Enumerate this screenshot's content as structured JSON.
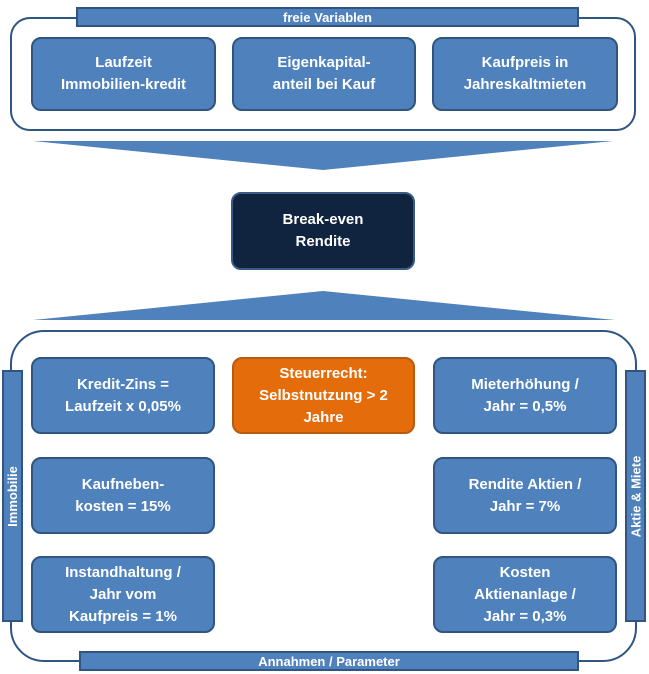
{
  "top_group": {
    "label": "freie Variablen",
    "boxes": [
      "Laufzeit\nImmobilien-kredit",
      "Eigenkapital-\nanteil bei Kauf",
      "Kaufpreis in\nJahreskaltmieten"
    ]
  },
  "center": {
    "label": "Break-even\nRendite"
  },
  "bottom_group": {
    "label": "Annahmen / Parameter",
    "left_label": "Immobilie",
    "right_label": "Aktie & Miete",
    "boxes": [
      "Kredit-Zins =\nLaufzeit x 0,05%",
      "Steuerrecht:\nSelbstnutzung > 2\nJahre",
      "Mieterhöhung /\nJahr = 0,5%",
      "Kaufneben-\nkosten = 15%",
      "Rendite Aktien /\nJahr = 7%",
      "Instandhaltung /\nJahr vom\nKaufpreis = 1%",
      "Kosten\nAktienanlage /\nJahr = 0,3%"
    ]
  },
  "colors": {
    "box_blue": "#4f81bd",
    "border_dark": "#2f5580",
    "highlight_orange": "#e46c0a",
    "center_dark": "#10233f"
  }
}
